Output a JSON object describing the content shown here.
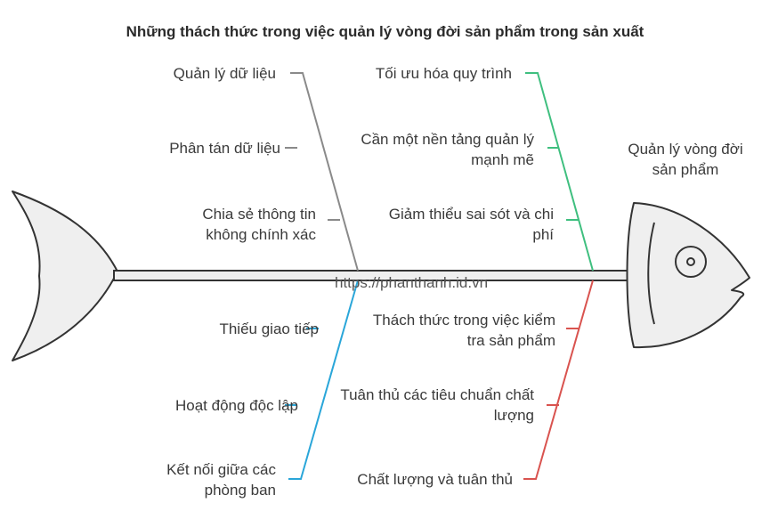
{
  "title": "Những thách thức trong việc quản lý vòng đời sản phẩm trong sản xuất",
  "head_label": "Quản lý vòng đời sản phẩm",
  "watermark": "https://phanthanh.id.vn",
  "colors": {
    "gray": "#8a8a8a",
    "green": "#3fbf7f",
    "blue": "#2aa6d9",
    "red": "#d9534f"
  },
  "branches": {
    "top_left": {
      "color": "gray",
      "items": [
        "Quản lý dữ liệu",
        "Phân tán dữ liệu",
        "Chia sẻ thông tin không chính xác"
      ]
    },
    "top_right": {
      "color": "green",
      "items": [
        "Tối ưu hóa quy trình",
        "Cần một nền tảng quản lý mạnh mẽ",
        "Giảm thiểu sai sót và chi phí"
      ]
    },
    "bottom_left": {
      "color": "blue",
      "items": [
        "Thiếu giao tiếp",
        "Hoạt động độc lập",
        "Kết nối giữa các phòng ban"
      ]
    },
    "bottom_right": {
      "color": "red",
      "items": [
        "Thách thức trong việc kiểm tra sản phẩm",
        "Tuân thủ các tiêu chuẩn chất lượng",
        "Chất lượng và tuân thủ"
      ]
    }
  }
}
